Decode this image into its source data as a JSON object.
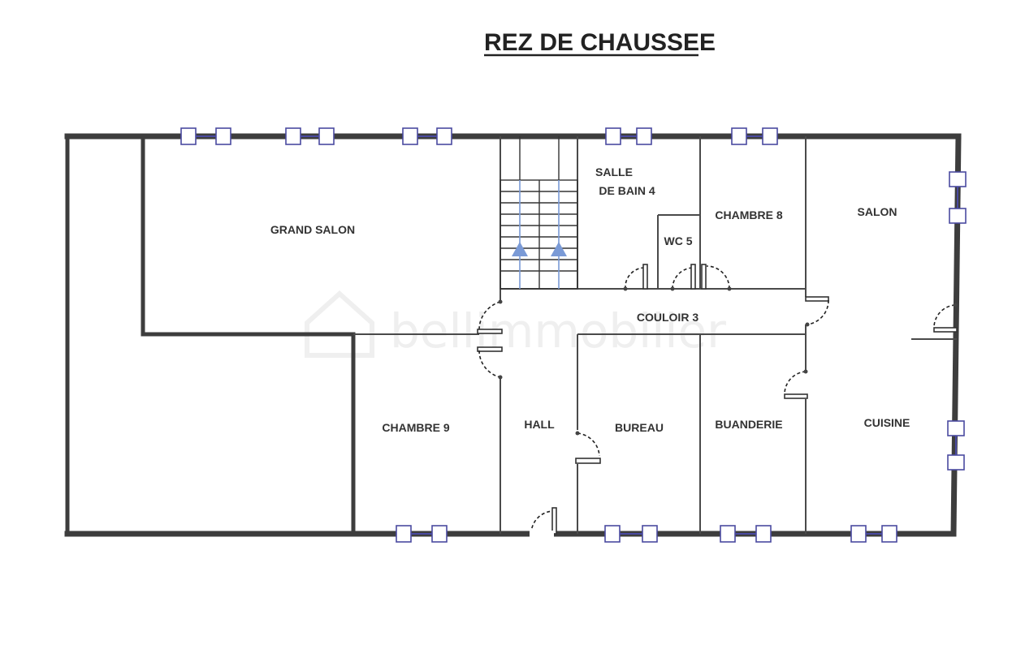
{
  "plan": {
    "title": "REZ DE CHAUSSEE",
    "rooms": {
      "grand_salon": "GRAND SALON",
      "salle_de_bain_line1": "SALLE",
      "salle_de_bain_line2": "DE BAIN 4",
      "wc": "WC 5",
      "chambre_8": "CHAMBRE 8",
      "salon": "SALON",
      "couloir": "COULOIR 3",
      "chambre_9": "CHAMBRE 9",
      "hall": "HALL",
      "bureau": "BUREAU",
      "buanderie": "BUANDERIE",
      "cuisine": "CUISINE"
    },
    "watermark": "bellimmobilier"
  },
  "colors": {
    "wall": "#3d3d3d",
    "window": "#4a4aa0",
    "stair_arrow": "#7a9ad6"
  }
}
